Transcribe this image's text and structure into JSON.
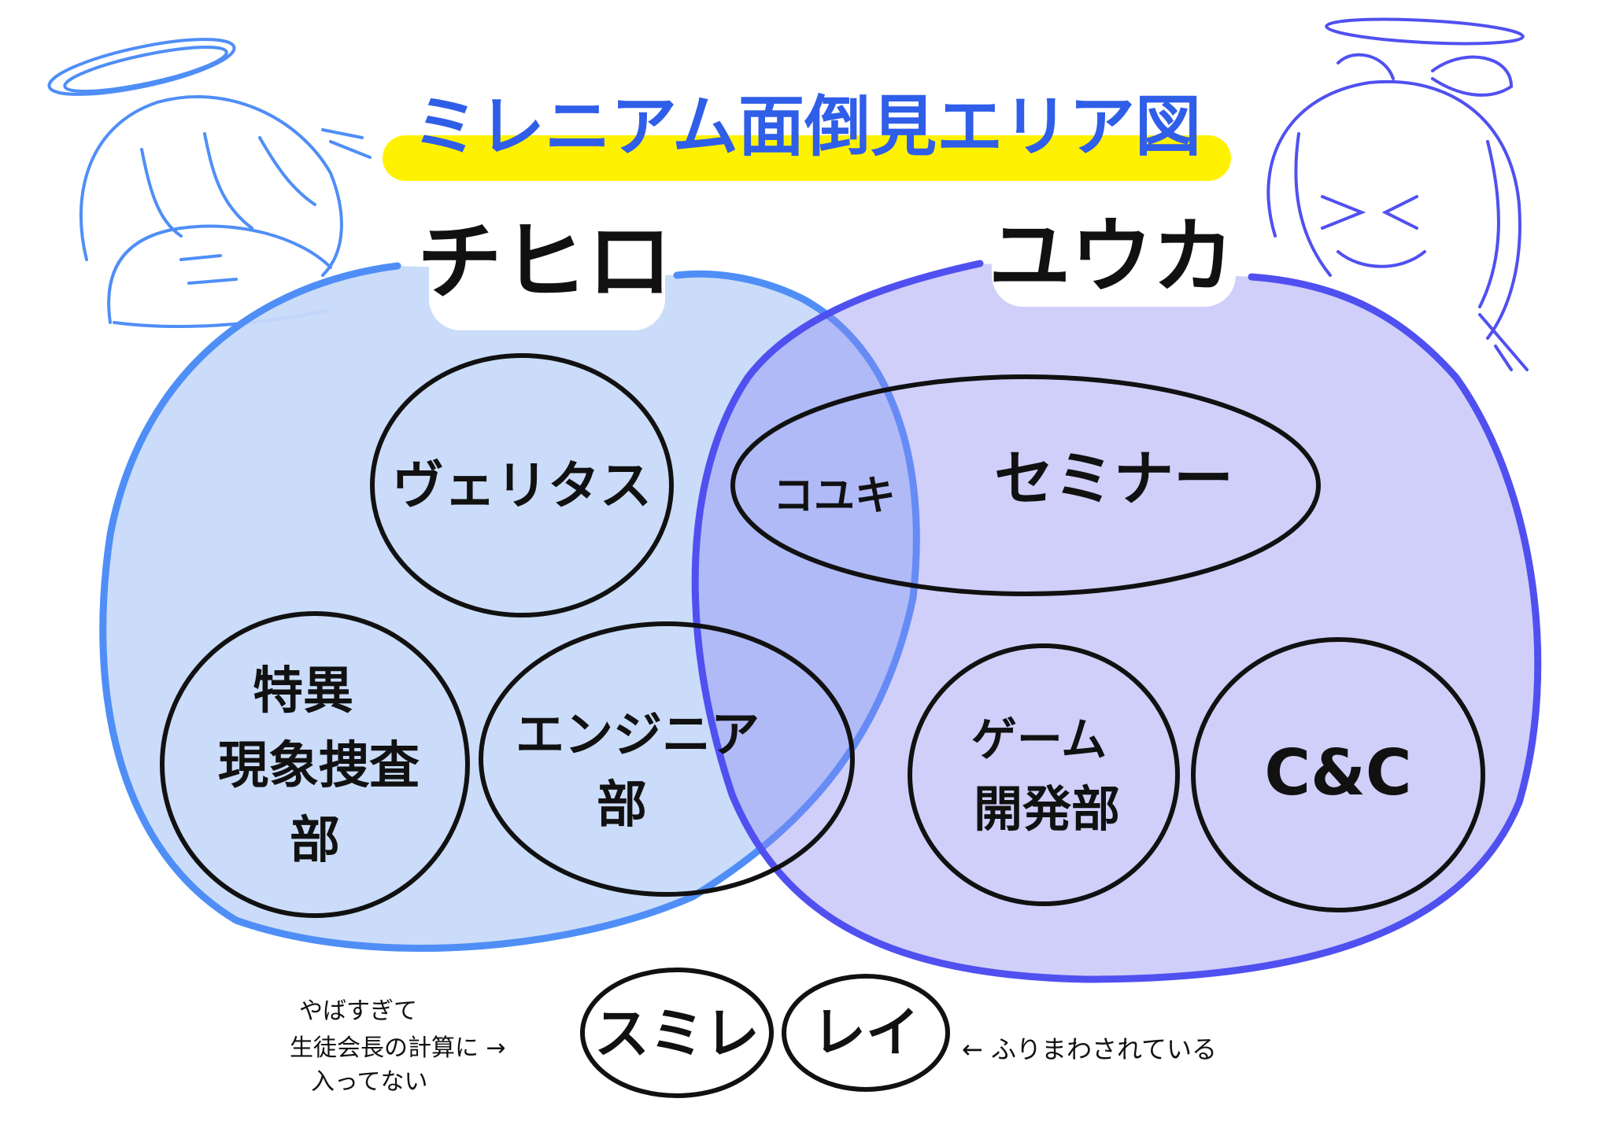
{
  "title": "ミレニアム面倒見エリア図",
  "groups": {
    "left": {
      "label": "チヒロ",
      "color": "#4f8ef7",
      "fill": "#c7daf9"
    },
    "right": {
      "label": "ユウカ",
      "color": "#5050f0",
      "fill": "#cccbf8"
    }
  },
  "clubs": {
    "veritas": "ヴェリタス",
    "koyuki": "コユキ",
    "seminar": "セミナー",
    "tokuisen_1": "特異",
    "tokuisen_2": "現象捜査",
    "tokuisen_3": "部",
    "engineer_1": "エンジニア",
    "engineer_2": "部",
    "game_1": "ゲーム",
    "game_2": "開発部",
    "cc": "C&C",
    "sumire": "スミレ",
    "rei": "レイ"
  },
  "notes": {
    "left_1": "やばすぎて",
    "left_2": "生徒会長の計算に →",
    "left_3": "入ってない",
    "right": "← ふりまわされている"
  },
  "highlight_color": "#fff200"
}
